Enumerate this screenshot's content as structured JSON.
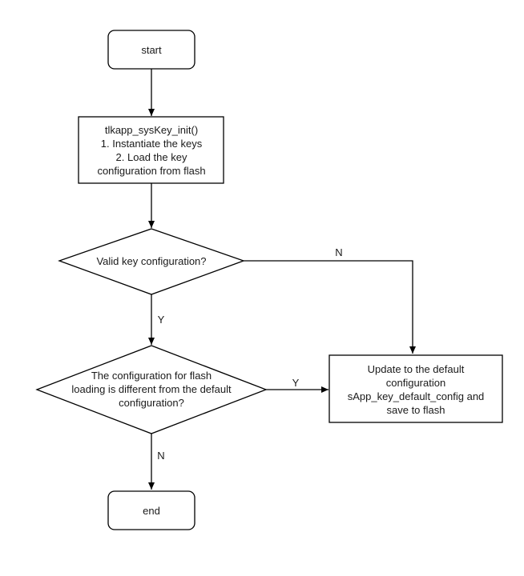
{
  "nodes": {
    "start": {
      "label": "start"
    },
    "init": {
      "lines": [
        "tlkapp_sysKey_init()",
        "1. Instantiate the keys",
        "2. Load the key",
        "configuration from flash"
      ]
    },
    "valid_check": {
      "label": "Valid key configuration?"
    },
    "diff_check": {
      "lines": [
        "The configuration for flash",
        "loading is different from the default",
        "configuration?"
      ]
    },
    "update": {
      "lines": [
        "Update to the default",
        "configuration",
        "sApp_key_default_config and",
        "save to flash"
      ]
    },
    "end": {
      "label": "end"
    }
  },
  "edges": {
    "valid_no": "N",
    "valid_yes": "Y",
    "diff_yes": "Y",
    "diff_no": "N"
  }
}
